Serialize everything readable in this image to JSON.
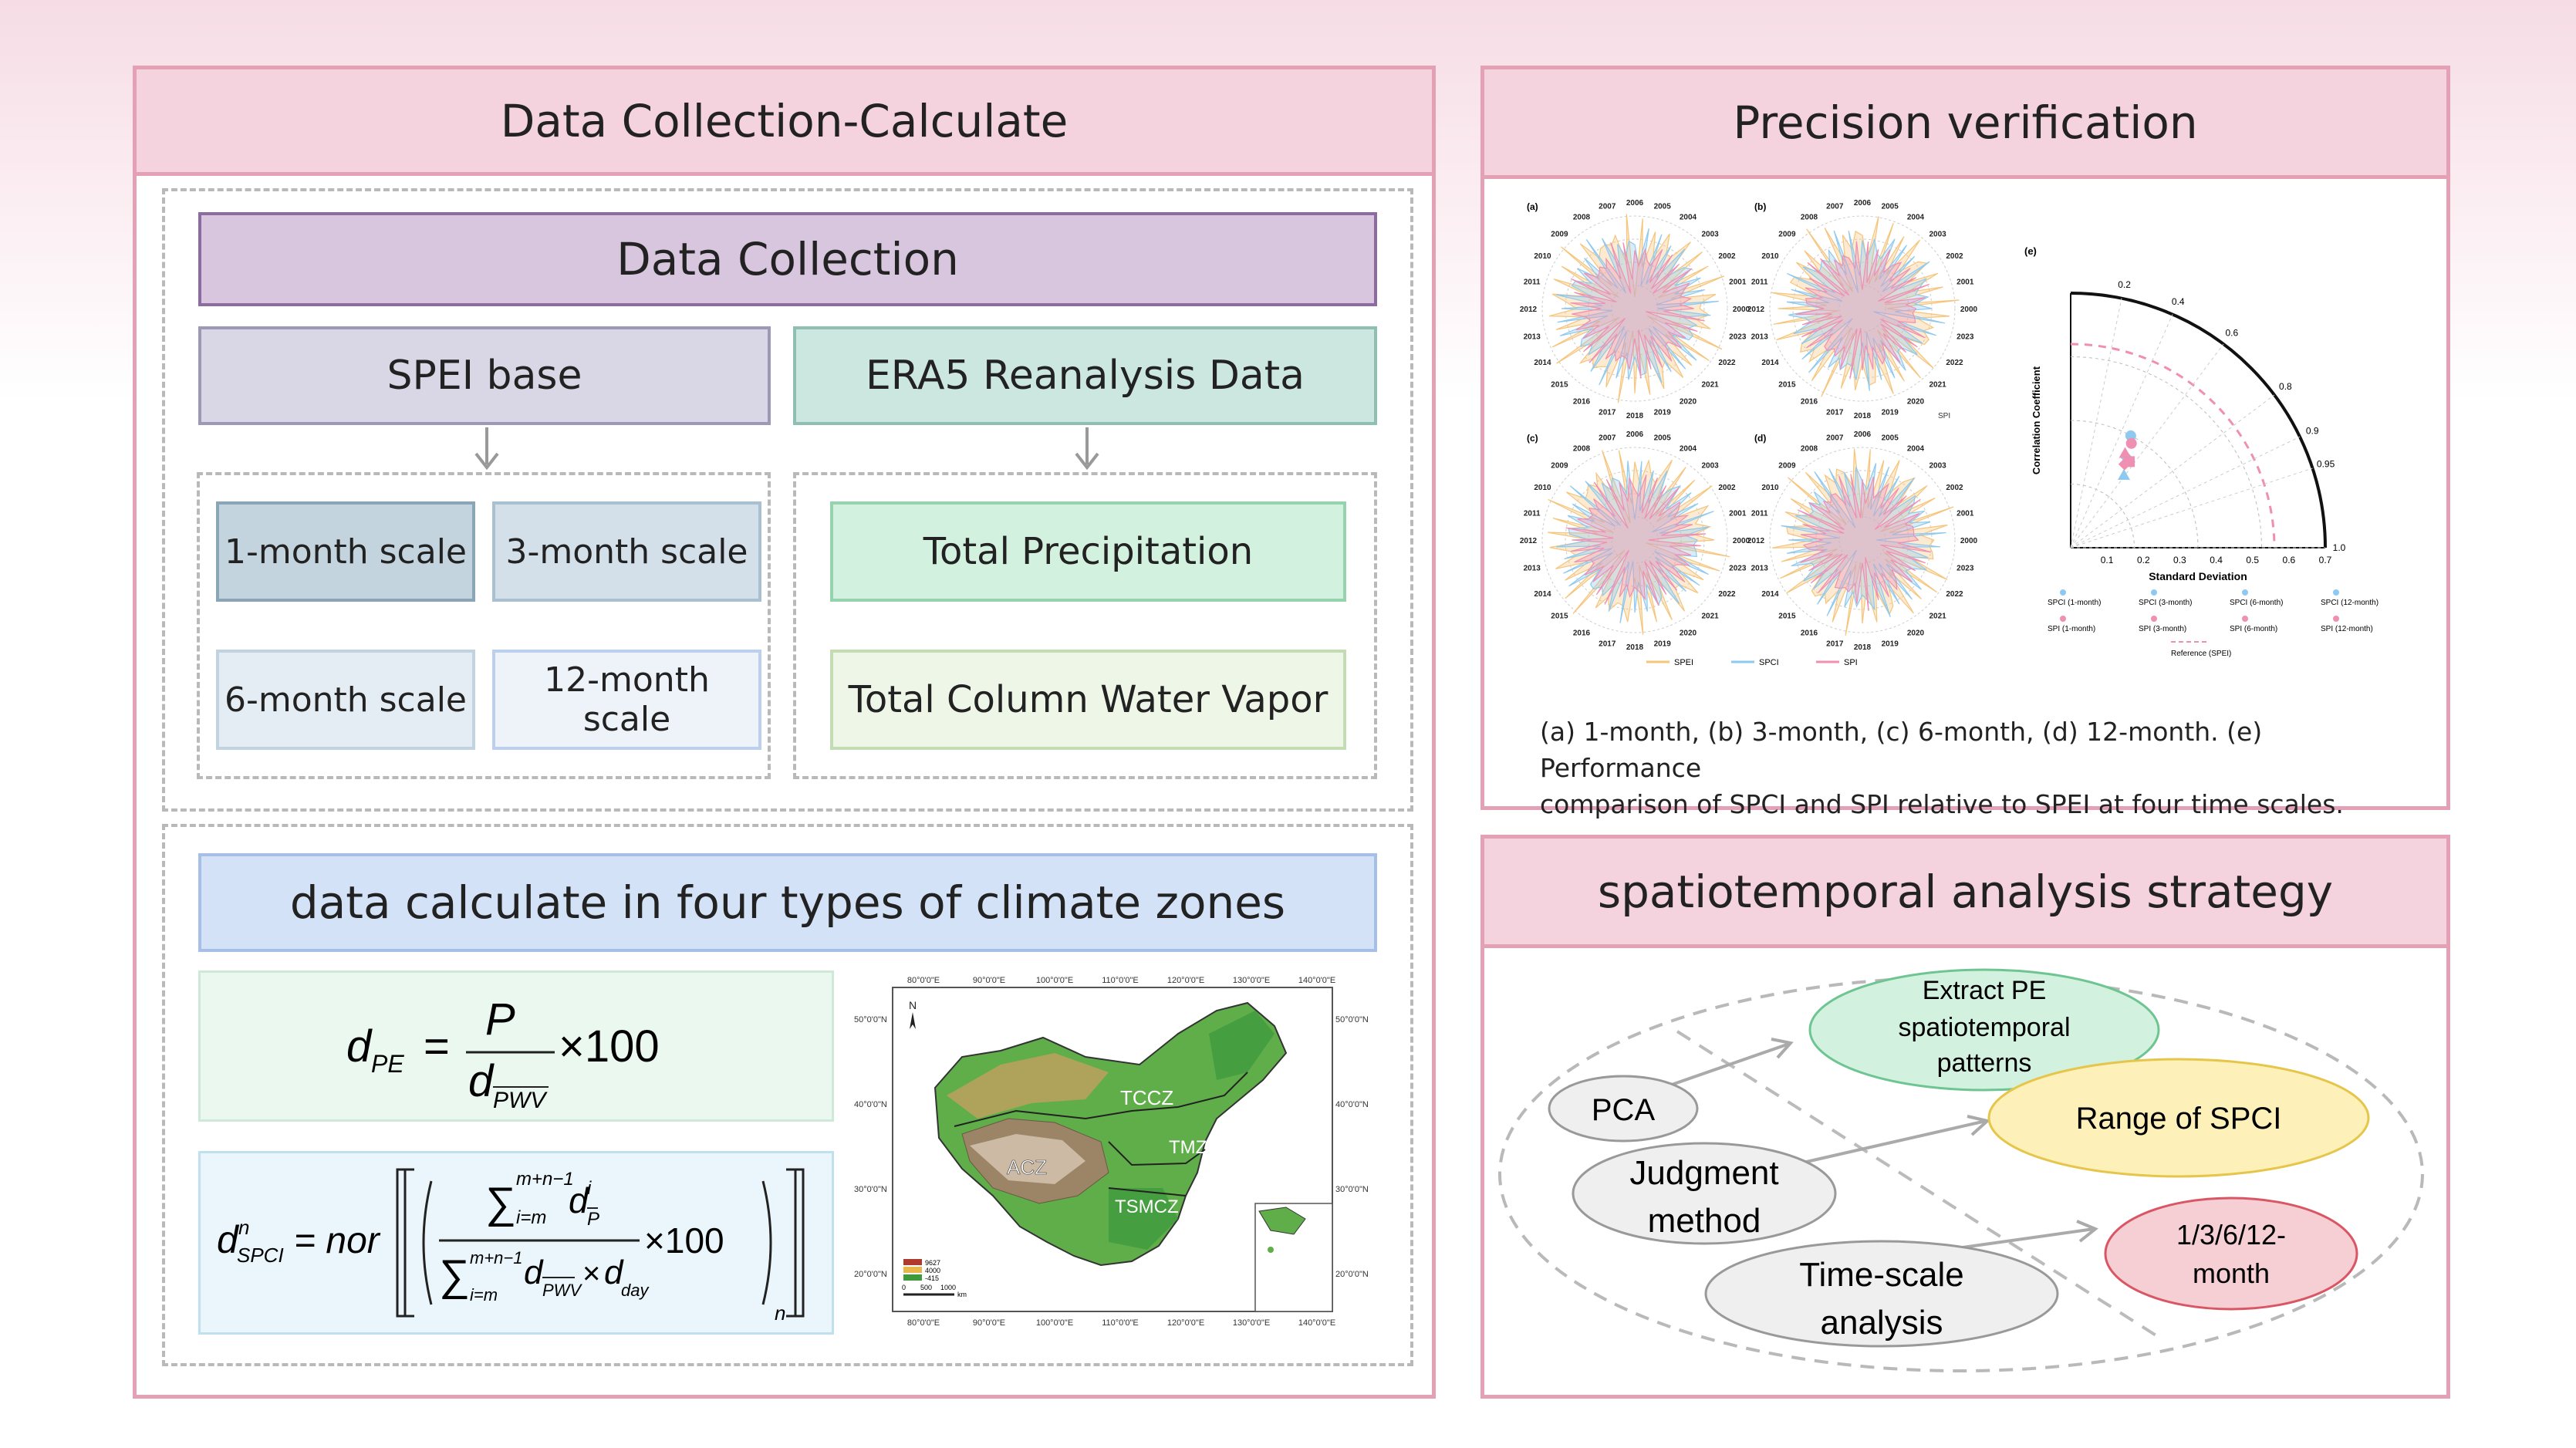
{
  "left_panel": {
    "title": "Data Collection-Calculate",
    "data_collection": "Data Collection",
    "spei_base": "SPEI base",
    "era5": "ERA5 Reanalysis Data",
    "scales": [
      "1-month scale",
      "3-month scale",
      "6-month scale",
      "12-month scale"
    ],
    "era5_items": [
      "Total Precipitation",
      "Total Column Water Vapor"
    ],
    "calc_title": "data calculate in four types of climate zones",
    "formula1": {
      "lhs": "d",
      "lhs_sub": "PE",
      "num": "P",
      "den": "d",
      "den_sub": "PWV",
      "tail": "×100"
    },
    "formula2": {
      "lhs": "d",
      "lhs_sup": "n",
      "lhs_sub": "SPCI",
      "eq": "= nor",
      "sum": "∑",
      "sum_top": "m+n−1",
      "sum_bot": "i=m",
      "num_d": "d",
      "num_sup": "i",
      "num_sub": "P",
      "den_d1": "d",
      "den_sub1": "PWV",
      "times": "×",
      "den_d2": "d",
      "den_sub2": "day",
      "tail": "×100",
      "outer_sub": "n"
    },
    "map": {
      "top_ticks": [
        "80°0'0\"E",
        "90°0'0\"E",
        "100°0'0\"E",
        "110°0'0\"E",
        "120°0'0\"E",
        "130°0'0\"E",
        "140°0'0\"E"
      ],
      "right_ticks": [
        "50°0'0\"N",
        "40°0'0\"N",
        "30°0'0\"N",
        "20°0'0\"N"
      ],
      "zones": [
        "TCCZ",
        "TMZ",
        "ACZ",
        "TSMCZ"
      ],
      "north": "N",
      "legend": [
        "9627",
        "4000",
        "-415"
      ],
      "scale": [
        "0",
        "500",
        "1000",
        "km"
      ]
    }
  },
  "precision": {
    "title": "Precision verification",
    "caption_line1": "(a) 1-month, (b) 3-month, (c) 6-month, (d) 12-month. (e) Performance",
    "caption_line2": "comparison of SPCI and SPI relative to SPEI at four time scales.",
    "radar_labels": [
      "(a)",
      "(b)",
      "(c)",
      "(d)"
    ],
    "years_top": [
      "2007",
      "2006",
      "2005"
    ],
    "years_left": [
      "2008",
      "2009",
      "2010",
      "2011",
      "2012",
      "2013",
      "2014",
      "2015",
      "2016"
    ],
    "years_right": [
      "2004",
      "2003",
      "2002",
      "2001",
      "2000",
      "2023",
      "2022",
      "2021",
      "2020"
    ],
    "years_bottom": [
      "2017",
      "2018",
      "2019"
    ],
    "legend": [
      "SPEI",
      "SPCI",
      "SPI"
    ],
    "spi_tag": "SPI",
    "taylor": {
      "label": "(e)",
      "ylabel": "Correlation Coefficient",
      "xlabel": "Standard Deviation",
      "corr_ticks": [
        "0.2",
        "0.4",
        "0.6",
        "0.8",
        "0.9",
        "0.95",
        "1.0"
      ],
      "x_ticks": [
        "0.1",
        "0.2",
        "0.3",
        "0.4",
        "0.5",
        "0.6",
        "0.7"
      ],
      "legend_row1": [
        "SPCI (1-month)",
        "SPCI (3-month)",
        "SPCI (6-month)",
        "SPCI (12-month)"
      ],
      "legend_row2": [
        "SPI (1-month)",
        "SPI (3-month)",
        "SPI (6-month)",
        "SPI (12-month)"
      ],
      "reference": "Reference (SPEI)"
    }
  },
  "strategy": {
    "title": "spatiotemporal analysis strategy",
    "pca": "PCA",
    "judgment": [
      "Judgment",
      "method"
    ],
    "timescale": [
      "Time-scale",
      "analysis"
    ],
    "extract": [
      "Extract PE",
      "spatiotemporal",
      "patterns"
    ],
    "range": "Range of SPCI",
    "months": [
      "1/3/6/12-",
      "month"
    ]
  },
  "colors": {
    "border": "#e4a1b6",
    "header": "#f4d2de",
    "purple": "#d8c6de",
    "lavender": "#d9d6e6",
    "teal": "#cce7df",
    "blue_dark": "#c3d4de",
    "blue_light": "#e5edf4",
    "green": "#d3f1df",
    "pale_green": "#eef6e8",
    "calc_blue": "#d4e2f7",
    "spei": "#f6c47a",
    "spci": "#8ec9ef",
    "spi": "#ef8fb1"
  }
}
